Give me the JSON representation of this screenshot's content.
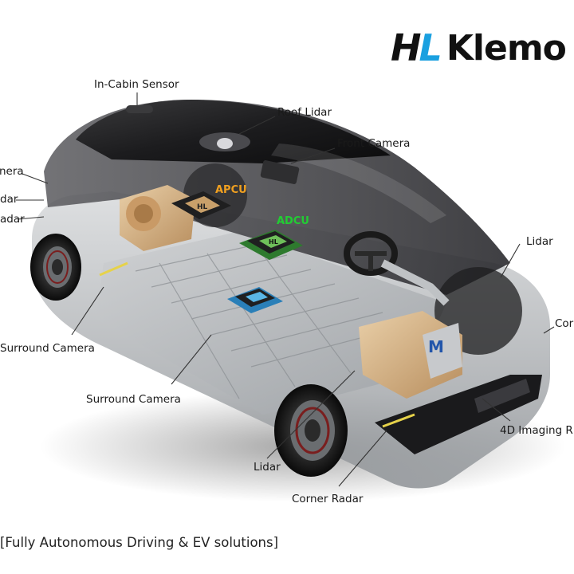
{
  "logo": {
    "mark": "HL",
    "word": "Klemo"
  },
  "labels": {
    "in_cabin_sensor": "In-Cabin Sensor",
    "roof_lidar": "Roof Lidar",
    "front_camera": "Front Camera",
    "camera_left_partial": "nera",
    "lidar_left_partial": "dar",
    "radar_left_partial": "adar",
    "lidar_right": "Lidar",
    "corner_right_partial": "Cor",
    "surround_camera_left": "Surround Camera",
    "surround_camera_center": "Surround Camera",
    "lidar_bottom": "Lidar",
    "corner_radar": "Corner Radar",
    "imaging_radar_partial": "4D Imaging R"
  },
  "chips": {
    "apcu": {
      "text": "APCU",
      "color": "#f0a020"
    },
    "adcu": {
      "text": "ADCU",
      "color": "#22cc33"
    }
  },
  "chip_marks": {
    "apcu": "HL",
    "adcu": "HL",
    "blue": "M"
  },
  "caption": "[Fully Autonomous Driving & EV solutions]"
}
